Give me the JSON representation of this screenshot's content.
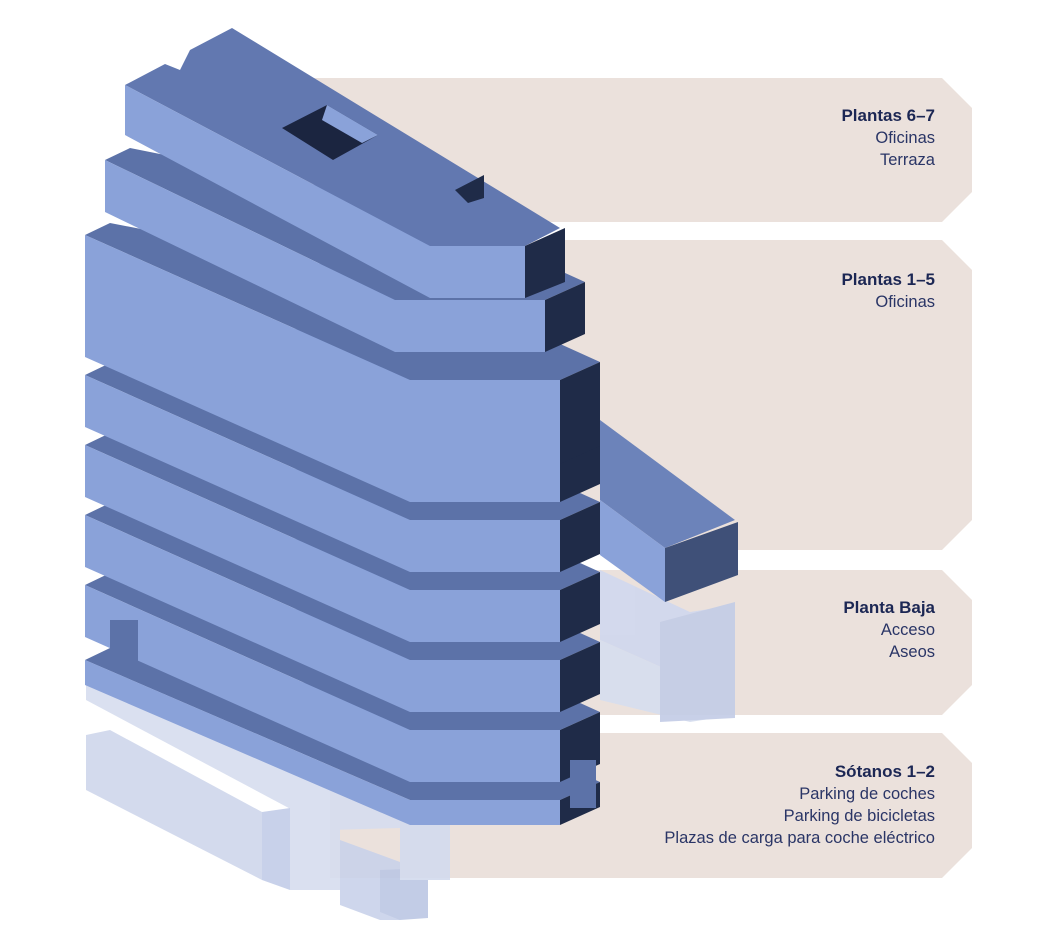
{
  "colors": {
    "panel": "#ebe1dc",
    "slab_top": "#8aa2d9",
    "slab_front": "#5c72a8",
    "slab_end": "#1f2b48",
    "basement": "#c9d2ea",
    "text": "#1c2754"
  },
  "panels": [
    {
      "title": "Plantas 6–7",
      "lines": [
        "Oficinas",
        "Terraza"
      ]
    },
    {
      "title": "Plantas 1–5",
      "lines": [
        "Oficinas"
      ]
    },
    {
      "title": "Planta Baja",
      "lines": [
        "Acceso",
        "Aseos"
      ]
    },
    {
      "title": "Sótanos 1–2",
      "lines": [
        "Parking de coches",
        "Parking de bicicletas",
        "Plazas de carga para coche eléctrico"
      ]
    }
  ]
}
